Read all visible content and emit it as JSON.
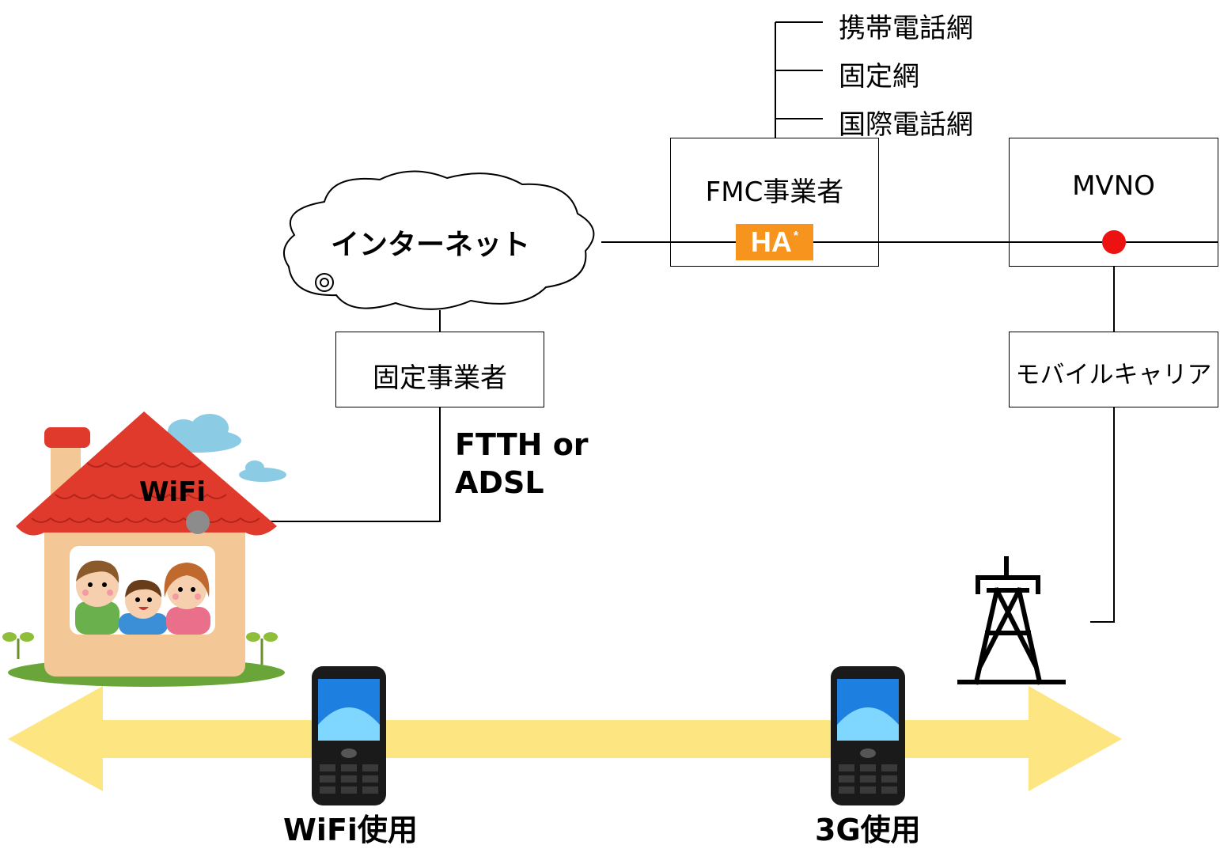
{
  "networks": [
    "携帯電話網",
    "固定網",
    "国際電話網"
  ],
  "fmc_box": {
    "label": "FMC事業者",
    "ha_label": "HA",
    "ha_mark": "*"
  },
  "mvno_box": {
    "label": "MVNO"
  },
  "internet_cloud": {
    "label": "インターネット"
  },
  "fixed_operator_box": {
    "label": "固定事業者"
  },
  "mobile_carrier_box": {
    "label": "モバイルキャリア"
  },
  "access_line": {
    "label_line1": "FTTH or",
    "label_line2": "ADSL"
  },
  "home": {
    "wifi_label": "WiFi"
  },
  "phones": {
    "wifi_label": "WiFi使用",
    "mobile_label": "3G使用"
  },
  "colors": {
    "ha": "#f7941d",
    "mvno_dot": "#ee1111",
    "arrow": "#fde582",
    "roof": "#e03a2c",
    "house_wall": "#f4c796",
    "grass": "#6aa53a",
    "cloud_sky": "#8ccbe4",
    "wifi_dot": "#8c8c8c"
  },
  "icons": [
    "cloud-icon",
    "house-icon",
    "family-icon",
    "mobile-phone-icon",
    "cell-tower-icon",
    "double-arrow-icon"
  ]
}
